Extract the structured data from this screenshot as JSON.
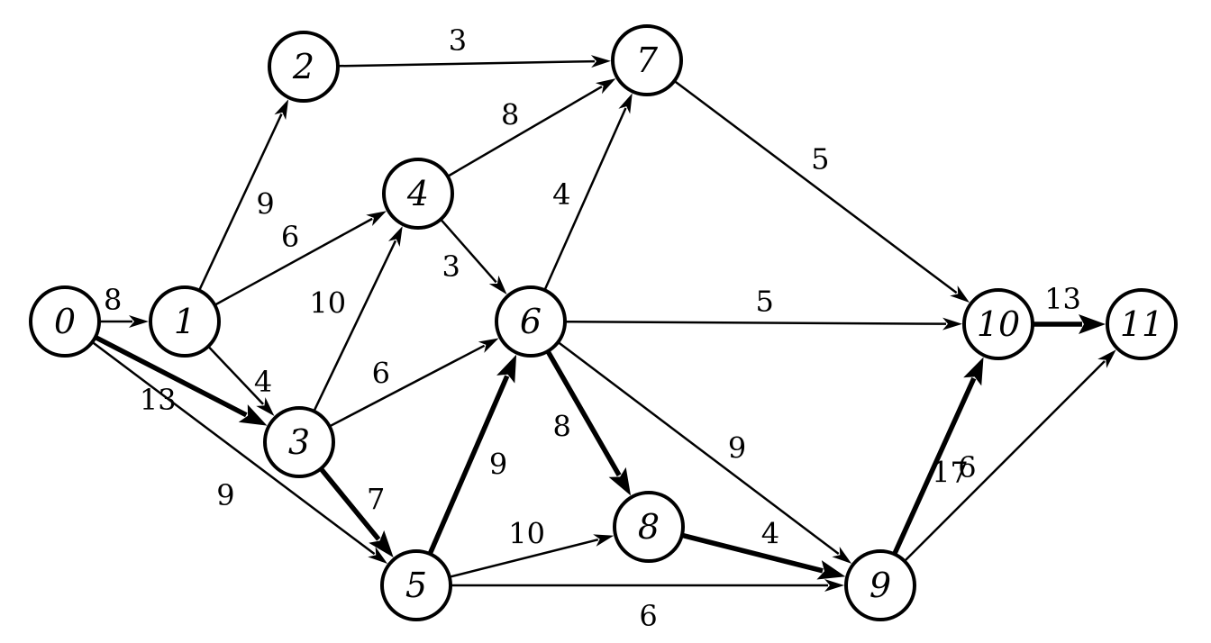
{
  "graph": {
    "nodes": [
      {
        "id": "0",
        "label": "0"
      },
      {
        "id": "1",
        "label": "1"
      },
      {
        "id": "2",
        "label": "2"
      },
      {
        "id": "3",
        "label": "3"
      },
      {
        "id": "4",
        "label": "4"
      },
      {
        "id": "5",
        "label": "5"
      },
      {
        "id": "6",
        "label": "6"
      },
      {
        "id": "7",
        "label": "7"
      },
      {
        "id": "8",
        "label": "8"
      },
      {
        "id": "9",
        "label": "9"
      },
      {
        "id": "10",
        "label": "10"
      },
      {
        "id": "11",
        "label": "11"
      }
    ],
    "edges": [
      {
        "from": "0",
        "to": "1",
        "weight": "8",
        "critical": false
      },
      {
        "from": "0",
        "to": "3",
        "weight": "13",
        "critical": true
      },
      {
        "from": "0",
        "to": "5",
        "weight": "9",
        "critical": false
      },
      {
        "from": "1",
        "to": "2",
        "weight": "9",
        "critical": false
      },
      {
        "from": "1",
        "to": "4",
        "weight": "6",
        "critical": false
      },
      {
        "from": "1",
        "to": "3",
        "weight": "4",
        "critical": false
      },
      {
        "from": "2",
        "to": "7",
        "weight": "3",
        "critical": false
      },
      {
        "from": "4",
        "to": "7",
        "weight": "8",
        "critical": false
      },
      {
        "from": "4",
        "to": "6",
        "weight": "3",
        "critical": false
      },
      {
        "from": "3",
        "to": "4",
        "weight": "10",
        "critical": false
      },
      {
        "from": "3",
        "to": "6",
        "weight": "6",
        "critical": false
      },
      {
        "from": "3",
        "to": "5",
        "weight": "7",
        "critical": true
      },
      {
        "from": "6",
        "to": "7",
        "weight": "4",
        "critical": false
      },
      {
        "from": "6",
        "to": "10",
        "weight": "5",
        "critical": false
      },
      {
        "from": "6",
        "to": "8",
        "weight": "8",
        "critical": true
      },
      {
        "from": "6",
        "to": "9",
        "weight": "9",
        "critical": false
      },
      {
        "from": "7",
        "to": "10",
        "weight": "5",
        "critical": false
      },
      {
        "from": "5",
        "to": "6",
        "weight": "9",
        "critical": true
      },
      {
        "from": "5",
        "to": "8",
        "weight": "10",
        "critical": false
      },
      {
        "from": "5",
        "to": "9",
        "weight": "6",
        "critical": false
      },
      {
        "from": "8",
        "to": "9",
        "weight": "4",
        "critical": true
      },
      {
        "from": "9",
        "to": "10",
        "weight": "6",
        "critical": true
      },
      {
        "from": "9",
        "to": "11",
        "weight": "17",
        "critical": false
      },
      {
        "from": "10",
        "to": "11",
        "weight": "13",
        "critical": true
      }
    ]
  }
}
